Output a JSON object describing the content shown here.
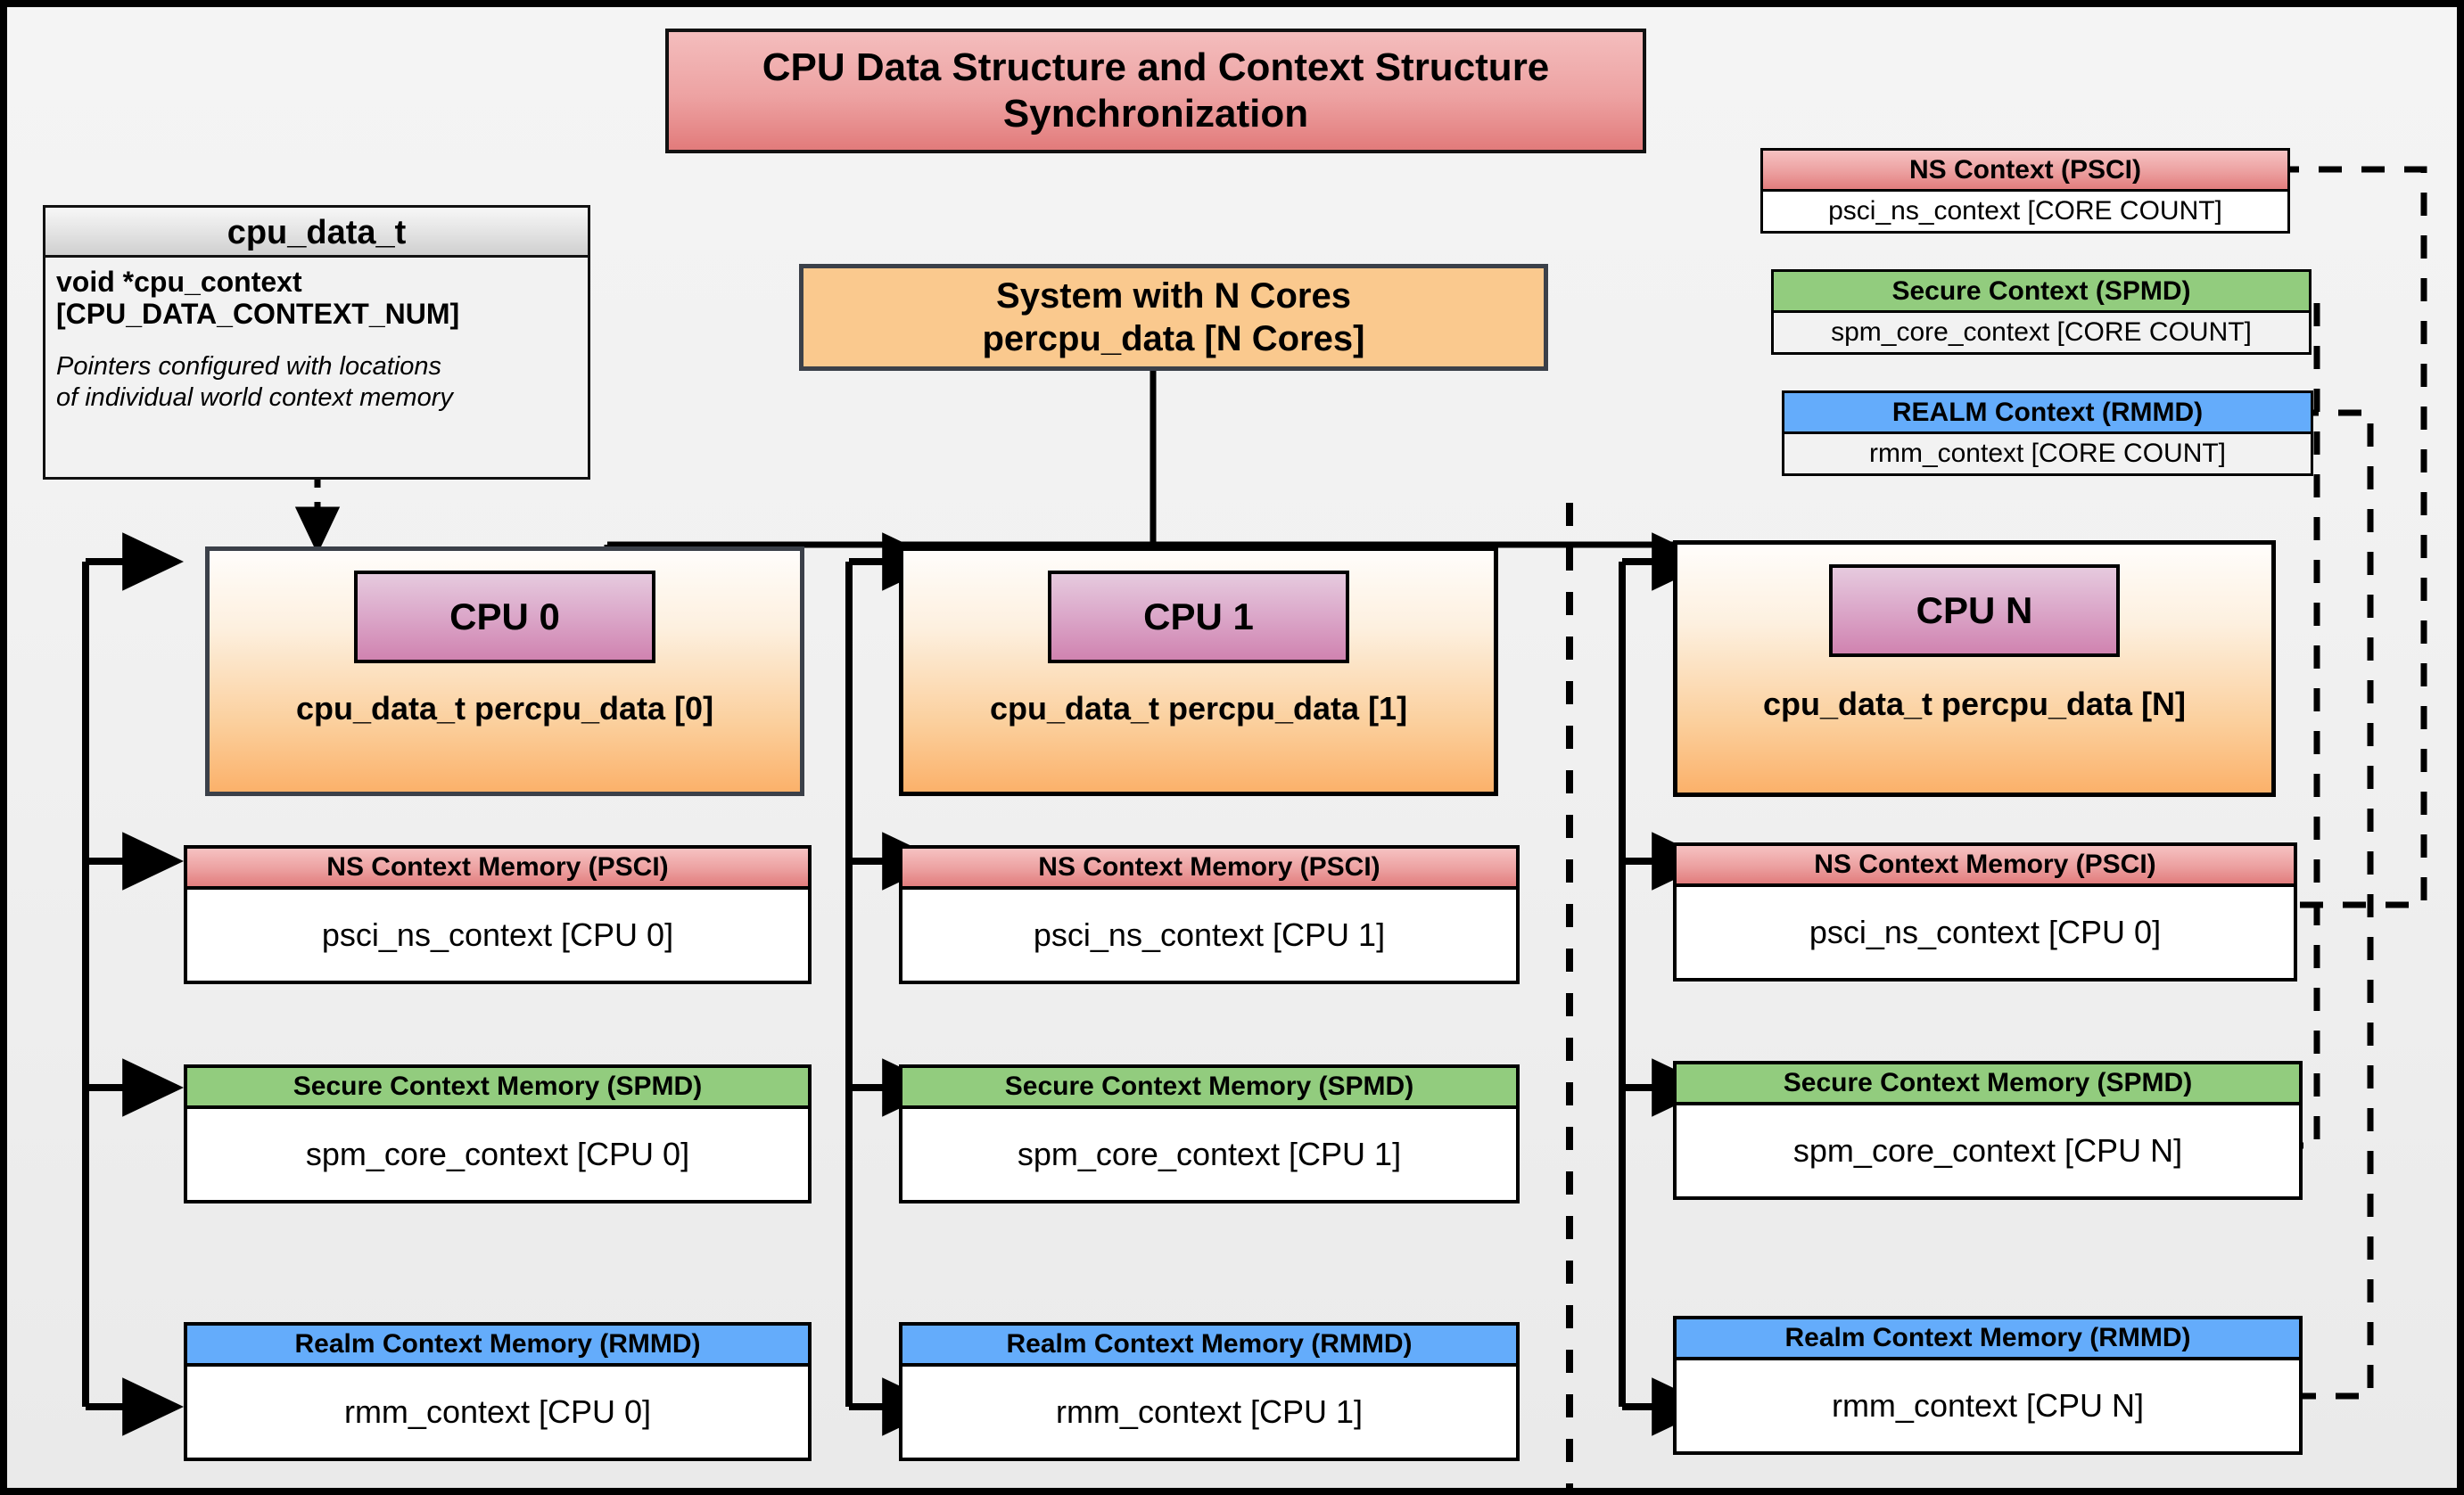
{
  "diagram": {
    "title": "CPU Data Structure and Context Structure Synchronization",
    "system_box": {
      "line1": "System with N Cores",
      "line2": "percpu_data [N Cores]"
    },
    "struct": {
      "name": "cpu_data_t",
      "field_line1": "void  *cpu_context",
      "field_line2": "[CPU_DATA_CONTEXT_NUM]",
      "note_line1": "Pointers configured with locations",
      "note_line2": "of individual world context memory"
    },
    "global_contexts": [
      {
        "title": "NS Context  (PSCI)",
        "value": "psci_ns_context [CORE COUNT]",
        "kind": "ns"
      },
      {
        "title": "Secure Context (SPMD)",
        "value": "spm_core_context [CORE COUNT]",
        "kind": "secure"
      },
      {
        "title": "REALM Context (RMMD)",
        "value": "rmm_context [CORE COUNT]",
        "kind": "realm"
      }
    ],
    "cpus": [
      {
        "chip": "CPU 0",
        "label": "cpu_data_t percpu_data [0]",
        "contexts": [
          {
            "title": "NS Context Memory (PSCI)",
            "value": "psci_ns_context [CPU 0]",
            "kind": "ns"
          },
          {
            "title": "Secure Context Memory (SPMD)",
            "value": "spm_core_context [CPU 0]",
            "kind": "secure"
          },
          {
            "title": "Realm Context Memory (RMMD)",
            "value": "rmm_context [CPU 0]",
            "kind": "realm"
          }
        ]
      },
      {
        "chip": "CPU 1",
        "label": "cpu_data_t percpu_data [1]",
        "contexts": [
          {
            "title": "NS Context Memory (PSCI)",
            "value": "psci_ns_context [CPU 1]",
            "kind": "ns"
          },
          {
            "title": "Secure Context Memory (SPMD)",
            "value": "spm_core_context [CPU 1]",
            "kind": "secure"
          },
          {
            "title": "Realm Context Memory (RMMD)",
            "value": "rmm_context [CPU 1]",
            "kind": "realm"
          }
        ]
      },
      {
        "chip": "CPU N",
        "label": "cpu_data_t percpu_data [N]",
        "contexts": [
          {
            "title": "NS Context Memory (PSCI)",
            "value": "psci_ns_context [CPU 0]",
            "kind": "ns"
          },
          {
            "title": "Secure Context Memory (SPMD)",
            "value": "spm_core_context [CPU N]",
            "kind": "secure"
          },
          {
            "title": "Realm Context Memory (RMMD)",
            "value": "rmm_context [CPU N]",
            "kind": "realm"
          }
        ]
      }
    ],
    "colors": {
      "ns_header": "#e98b8b",
      "secure_header": "#92cc7e",
      "realm_header": "#64acfb",
      "cpu_chip": "#d58fbb",
      "cpu_card": "#fbb16a",
      "title_bar": "#e88787",
      "frame": "#000000",
      "background": "#f1f1f1"
    }
  }
}
